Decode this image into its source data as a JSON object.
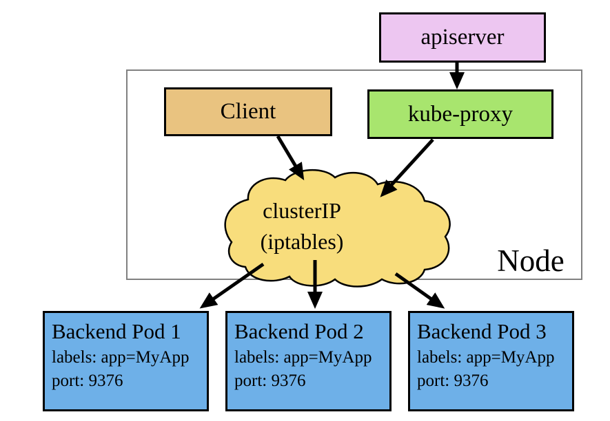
{
  "apiserver": {
    "label": "apiserver",
    "fill": "#edc6f1"
  },
  "client": {
    "label": "Client",
    "fill": "#e9c380"
  },
  "kube_proxy": {
    "label": "kube-proxy",
    "fill": "#a8e56e"
  },
  "cluster_ip": {
    "line1": "clusterIP",
    "line2": "(iptables)",
    "fill": "#f8dd7c"
  },
  "node": {
    "label": "Node"
  },
  "pods": [
    {
      "title": "Backend Pod 1",
      "labels_line": "labels: app=MyApp",
      "port_line": "port: 9376"
    },
    {
      "title": "Backend Pod 2",
      "labels_line": "labels: app=MyApp",
      "port_line": "port: 9376"
    },
    {
      "title": "Backend Pod 3",
      "labels_line": "labels: app=MyApp",
      "port_line": "port: 9376"
    }
  ],
  "pod_fill": "#6eb0e8",
  "colors": {
    "arrow": "#000000",
    "node_border": "#808080",
    "box_border": "#000000",
    "background": "#ffffff"
  }
}
